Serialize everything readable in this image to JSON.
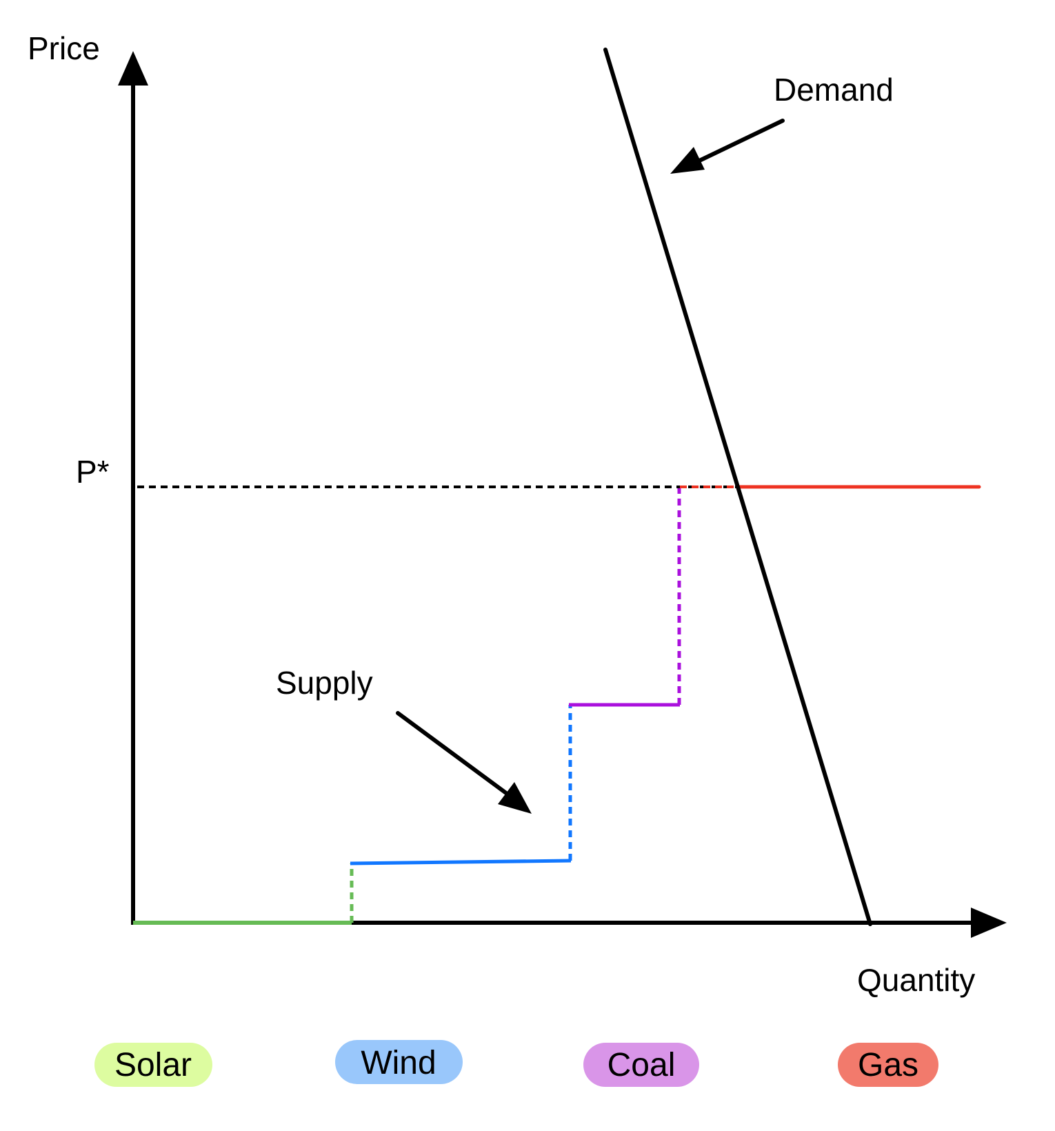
{
  "axes": {
    "y_label": "Price",
    "x_label": "Quantity",
    "price_marker": "P*"
  },
  "curves": {
    "demand_label": "Demand",
    "supply_label": "Supply"
  },
  "legend": [
    {
      "label": "Solar",
      "color": "#ddfca0"
    },
    {
      "label": "Wind",
      "color": "#99c7fb"
    },
    {
      "label": "Coal",
      "color": "#d995e8"
    },
    {
      "label": "Gas",
      "color": "#f27a6c"
    }
  ],
  "colors": {
    "solar_line": "#66bb55",
    "wind_line": "#1177ff",
    "coal_line": "#aa11dd",
    "gas_line": "#ee3322",
    "axis": "#000000"
  }
}
